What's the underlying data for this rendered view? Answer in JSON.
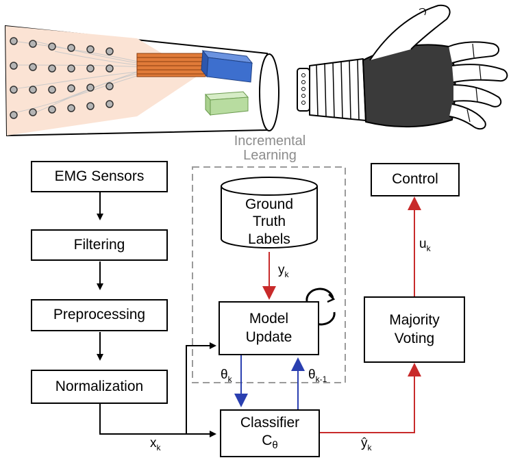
{
  "group": {
    "line1": "Incremental",
    "line2": "Learning"
  },
  "boxes": {
    "emg": "EMG Sensors",
    "filtering": "Filtering",
    "preprocessing": "Preprocessing",
    "normalization": "Normalization",
    "ground_truth": {
      "line1": "Ground",
      "line2": "Truth",
      "line3": "Labels"
    },
    "model_update": {
      "line1": "Model",
      "line2": "Update"
    },
    "classifier": {
      "line1": "Classifier",
      "line2": "C",
      "line2_sub": "θ"
    },
    "majority_voting": {
      "line1": "Majority",
      "line2": "Voting"
    },
    "control": "Control"
  },
  "signals": {
    "x": {
      "base": "x",
      "sub": "k"
    },
    "y": {
      "base": "y",
      "sub": "k"
    },
    "theta": {
      "base": "θ",
      "sub": "k"
    },
    "theta_prev": {
      "base": "θ",
      "sub": "k-1"
    },
    "yhat": {
      "base": "ŷ",
      "sub": "k"
    },
    "u": {
      "base": "u",
      "sub": "k"
    }
  },
  "colors": {
    "red_arrow": "#c82a2a",
    "blue_arrow": "#2a3fb0",
    "black_arrow": "#000000",
    "group_border": "#9a9a9a",
    "arm_skin": "#fbe3d4",
    "electrode": "#b5b5b5",
    "cable": "#e07b39",
    "module_blue": "#3d6fce",
    "module_green": "#b8dca0",
    "glove": "#3a3a3a"
  },
  "icons": [
    "forearm-sleeve-illustration",
    "prosthetic-hand-illustration",
    "refresh-cycle-icon"
  ]
}
